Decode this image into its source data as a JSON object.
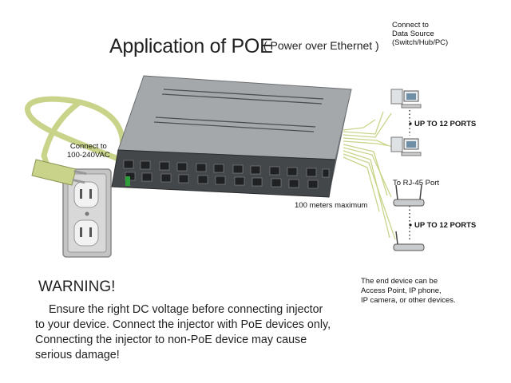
{
  "title": {
    "main": "Application of POE",
    "sub": "( Power over Ethernet )"
  },
  "labels": {
    "connect_data_source": [
      "Connect to",
      "Data Source",
      "(Switch/Hub/PC)"
    ],
    "connect_power": [
      "Connect to",
      "100-240VAC"
    ],
    "up_to_ports_top": "UP TO 12 PORTS",
    "up_to_ports_bottom": "UP TO 12 PORTS",
    "rj45": "To RJ-45 Port",
    "distance": "100 meters maximum",
    "end_device": [
      "The end device can be",
      "Access Point, IP phone,",
      "IP camera, or other devices."
    ]
  },
  "warning": {
    "title": "WARNING!",
    "lines": [
      "Ensure the right DC voltage before connecting injector",
      "to your device. Connect the injector with PoE devices only,",
      "Connecting the injector to non-PoE device may cause",
      "serious damage!"
    ]
  },
  "colors": {
    "chassis": "#8f9296",
    "chassis_dark": "#3a3d40",
    "cable": "#c9d48a",
    "outlet": "#b8b8b8"
  }
}
